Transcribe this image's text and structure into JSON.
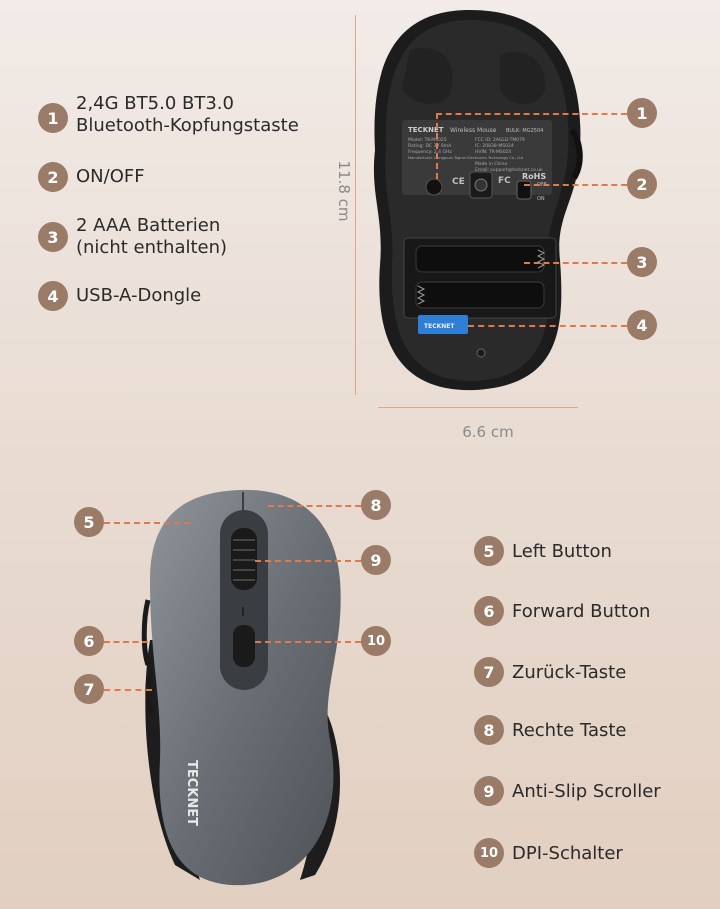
{
  "top_features": [
    {
      "num": "1",
      "line1": "2,4G BT5.0 BT3.0",
      "line2": "Bluetooth-Kopfungstaste"
    },
    {
      "num": "2",
      "line1": "ON/OFF"
    },
    {
      "num": "3",
      "line1": "2 AAA Batterien",
      "line2": "(nicht enthalten)"
    },
    {
      "num": "4",
      "line1": "USB-A-Dongle"
    }
  ],
  "callouts_top": [
    "1",
    "2",
    "3",
    "4"
  ],
  "dimensions": {
    "height": "11.8 cm",
    "width": "6.6 cm"
  },
  "bottom_features": [
    {
      "num": "5",
      "label": "Left Button"
    },
    {
      "num": "6",
      "label": "Forward Button"
    },
    {
      "num": "7",
      "label": "Zurück-Taste"
    },
    {
      "num": "8",
      "label": "Rechte Taste"
    },
    {
      "num": "9",
      "label": "Anti-Slip Scroller"
    },
    {
      "num": "10",
      "label": "DPI-Schalter"
    }
  ],
  "callouts_bottom": [
    "5",
    "6",
    "7",
    "8",
    "9",
    "10"
  ],
  "brand": "TECKNET",
  "underside_label": {
    "brand": "TECKNET",
    "product": "Wireless Mouse",
    "bulk": "BULK: MG2504",
    "model": "Model: TK-MS025",
    "fcc": "FCC ID: 2AGLD-TM079",
    "rating": "Rating: DC 3V 9mA",
    "ic": "IC: 20838-MS024",
    "frequency": "Frequency: 2.4 GHz",
    "hvin": "HVIN: TK-MS024",
    "manufacturer": "Manufacturer: Dongguan Togran Electronics Technology Co., Ltd",
    "made_in": "Made in China",
    "email": "Email: support@tecknet.co.uk",
    "rohs": "RoHS",
    "off": "OFF",
    "on": "ON"
  },
  "colors": {
    "badge": "#9a7b67",
    "callout_line": "#e07a4a",
    "dongle": "#2f7fd6"
  }
}
